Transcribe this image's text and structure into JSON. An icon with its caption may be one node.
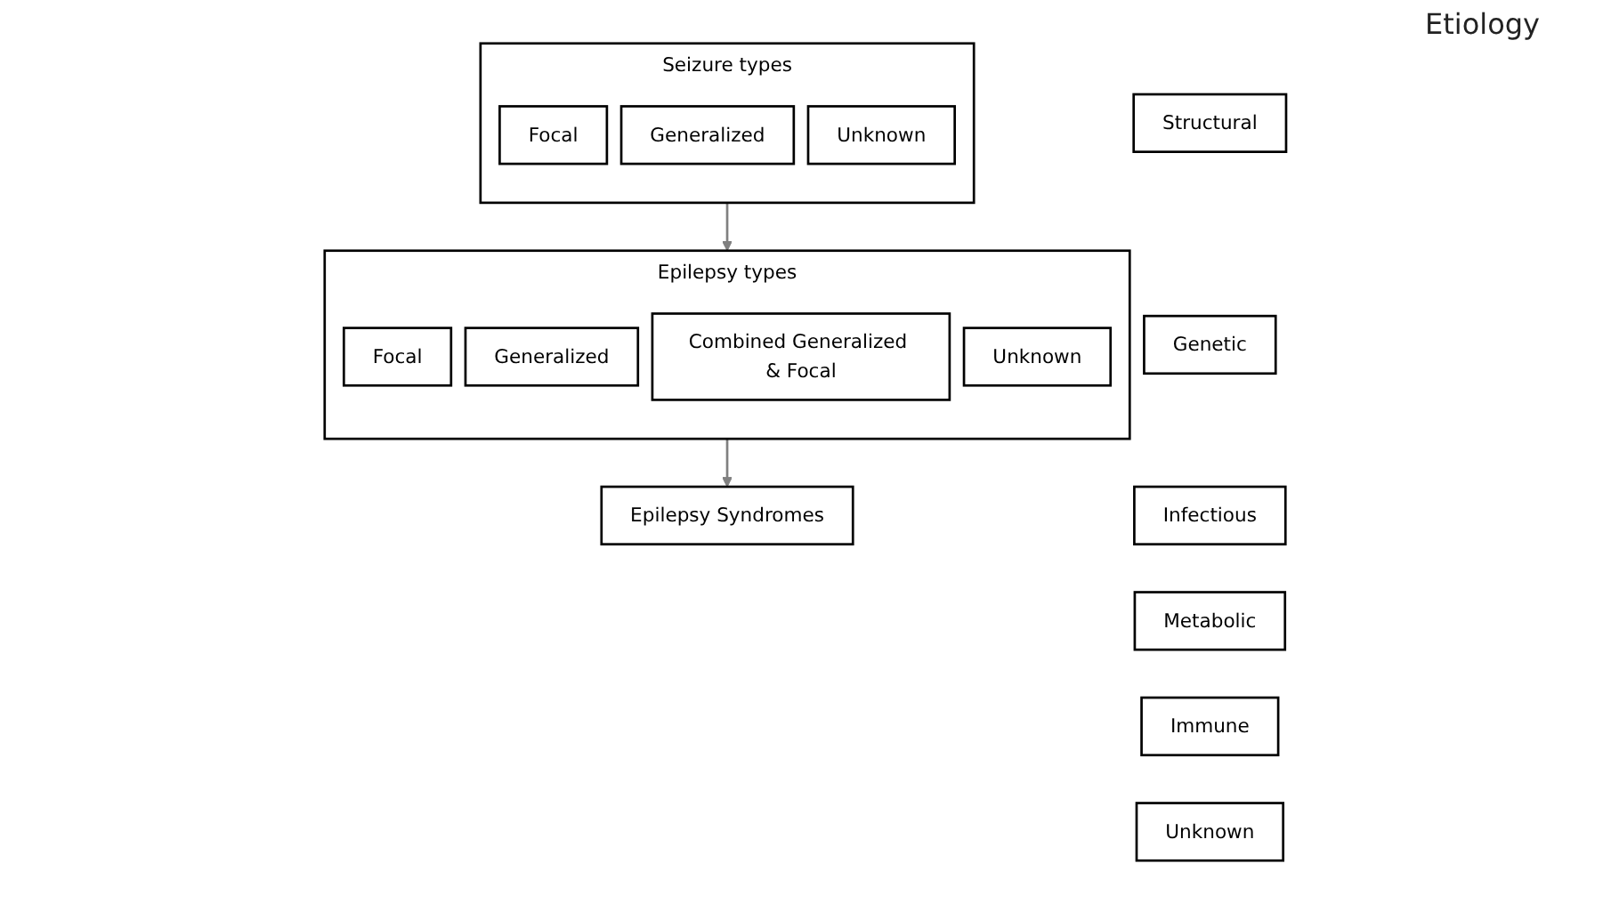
{
  "diagram": {
    "nodes": [
      {
        "text": [
          "Seizure types"
        ]
      },
      {
        "text": [
          "Focal"
        ],
        "in": 0
      },
      {
        "text": [
          "Generalized"
        ],
        "in": 0
      },
      {
        "text": [
          "Unknown"
        ],
        "in": 0
      },
      {
        "text": [
          "Epilepsy types"
        ]
      },
      {
        "text": [
          "Focal"
        ],
        "in": 4
      },
      {
        "text": [
          "Generalized"
        ],
        "in": 4
      },
      {
        "text": [
          "Combined Generalized & Focal"
        ],
        "in": 4
      },
      {
        "text": [
          "Unknown"
        ],
        "in": 4
      },
      {
        "text": [
          "Epilepsy Syndromes"
        ]
      },
      {
        "text": [
          "Structural"
        ]
      },
      {
        "text": [
          "Genetic"
        ]
      },
      {
        "text": [
          "Infectious"
        ]
      },
      {
        "text": [
          "Metabolic"
        ]
      },
      {
        "text": [
          "Immune"
        ]
      },
      {
        "text": [
          "Unknown"
        ]
      }
    ],
    "edges": [
      {
        "from": 0,
        "to": 4,
        "arrow": "to",
        "color": "#808080"
      },
      {
        "from": 4,
        "to": 9,
        "arrow": "to",
        "color": "#808080"
      }
    ],
    "labels": [
      "Etiology"
    ]
  }
}
